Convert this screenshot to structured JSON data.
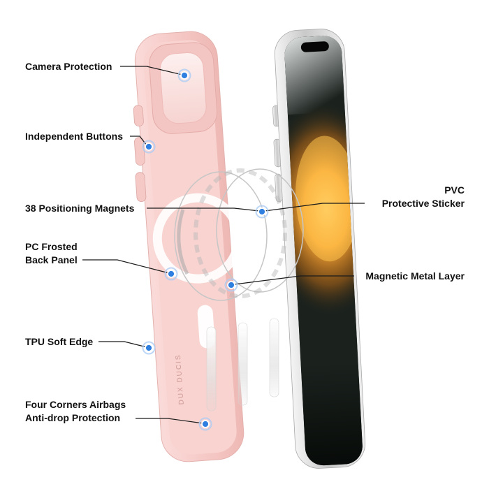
{
  "colors": {
    "accent_blue": "#2f7fe0",
    "halo_blue": "#aecdf4",
    "line": "#1a1a1a",
    "case_pink": "#f5c8c5",
    "screen_orange": "#f8a838"
  },
  "brand": {
    "case_vertical_text": "DUX DUCIS"
  },
  "callouts": {
    "camera": {
      "line1": "Camera Protection"
    },
    "buttons": {
      "line1": "Independent Buttons"
    },
    "magnets": {
      "line1": "38 Positioning Magnets"
    },
    "panel": {
      "line1": "PC Frosted",
      "line2": "Back Panel"
    },
    "tpu": {
      "line1": "TPU Soft Edge"
    },
    "corners": {
      "line1": "Four Corners Airbags",
      "line2": "Anti-drop Protection"
    },
    "pvc": {
      "line1": "PVC",
      "line2": "Protective Sticker"
    },
    "metal": {
      "line1": "Magnetic Metal Layer"
    }
  }
}
